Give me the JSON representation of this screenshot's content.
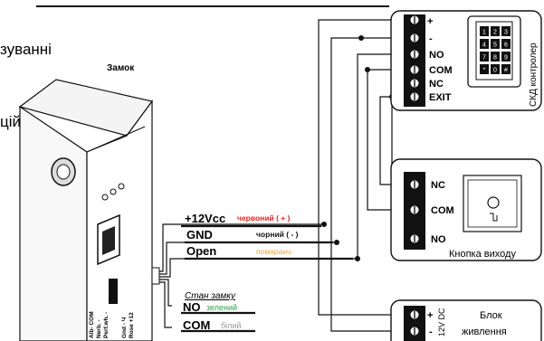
{
  "partial_text": {
    "top_line": "зуванні",
    "mid_line": "цій"
  },
  "lock": {
    "title": "Замок",
    "pin_labels": [
      "Rose +12",
      "Gnd - Ч",
      "Perf.wh. -",
      "Nerb. -",
      "Alb- COM"
    ]
  },
  "wires": {
    "plus12": {
      "label": "+12Vcc",
      "color_name": "червоний ( + )",
      "color": "#e8231f"
    },
    "gnd": {
      "label": "GND",
      "color_name": "чорний ( - )",
      "color": "#111111"
    },
    "open": {
      "label": "Open",
      "color_name": "помаранч.",
      "color": "#f5a623"
    }
  },
  "lock_state": {
    "title": "Стан замку",
    "no": {
      "label": "NO",
      "color_name": "зелений",
      "color": "#2ea84a"
    },
    "com": {
      "label": "COM",
      "color_name": "білий",
      "color": "#9a9a9a"
    }
  },
  "controller": {
    "terminals": [
      "+",
      "-",
      "NO",
      "COM",
      "NC",
      "EXIT"
    ],
    "caption": "СКД контролер",
    "keypad_keys": [
      "1",
      "2",
      "3",
      "4",
      "5",
      "6",
      "7",
      "8",
      "9",
      "*",
      "0",
      "#"
    ]
  },
  "exit_button": {
    "terminals": [
      "NC",
      "COM",
      "NO"
    ],
    "caption": "Кнопка виходу"
  },
  "power_supply": {
    "terminals": [
      "+",
      "-"
    ],
    "voltage": "12V DC",
    "caption_line1": "Блок",
    "caption_line2": "живлення"
  }
}
